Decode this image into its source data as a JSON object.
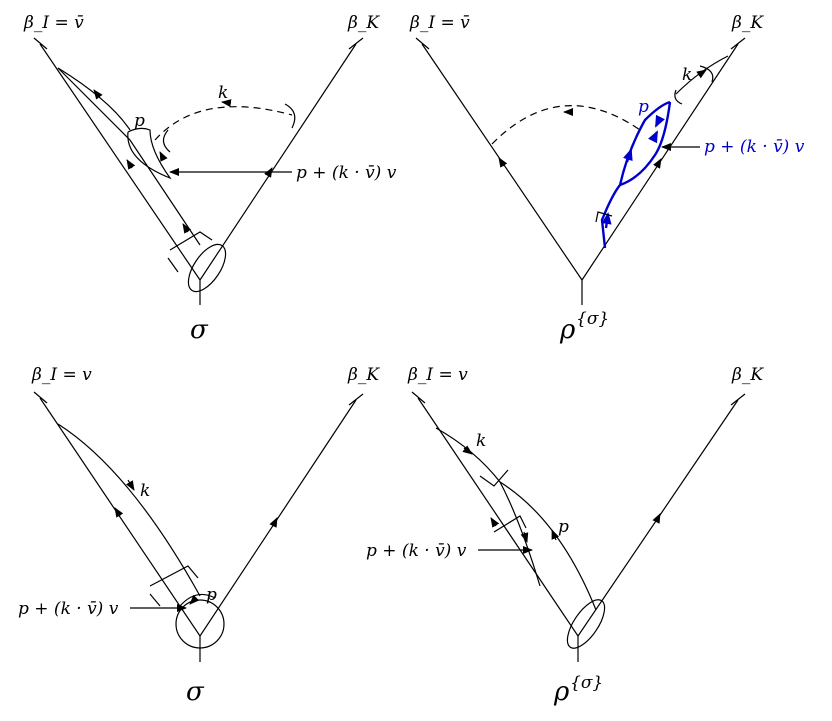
{
  "colors": {
    "line": "#000000",
    "highlight": "#0000cc"
  },
  "panels": {
    "top_left": {
      "beta_i": "β_I = v̄",
      "beta_k": "β_K",
      "label_k": "k",
      "label_p": "p",
      "label_shift": "p + (k · v̄) v",
      "caption": "σ"
    },
    "top_right": {
      "beta_i": "β_I = v̄",
      "beta_k": "β_K",
      "label_k": "k",
      "label_p": "p",
      "label_shift": "p + (k · v̄) v",
      "caption": "ρ",
      "caption_sup": "{σ}"
    },
    "bottom_left": {
      "beta_i": "β_I = v",
      "beta_k": "β_K",
      "label_k": "k",
      "label_p": "p",
      "label_shift": "p + (k · v̄) v",
      "caption": "σ"
    },
    "bottom_right": {
      "beta_i": "β_I = v",
      "beta_k": "β_K",
      "label_k": "k",
      "label_p": "p",
      "label_shift": "p + (k · v̄) v",
      "caption": "ρ",
      "caption_sup": "{σ}"
    }
  }
}
